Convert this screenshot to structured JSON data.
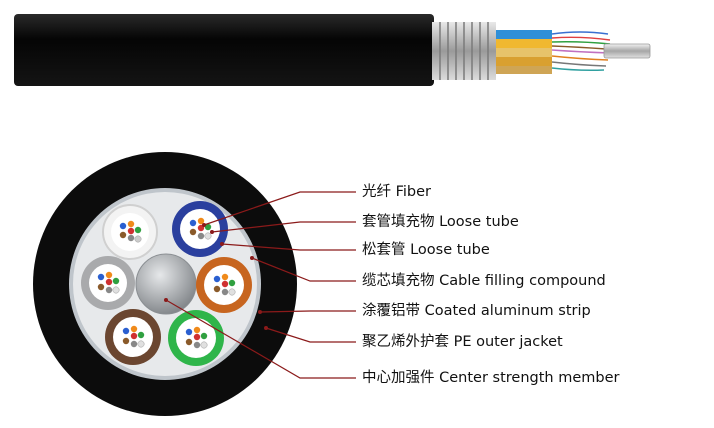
{
  "colors": {
    "leader_line": "#8b1a1a",
    "jacket": "#0c0c0c",
    "inner_ring": "#bfc5cb",
    "tube_white": "#eeeeee",
    "tube_blue": "#2a3f9e",
    "tube_gray": "#a9aaac",
    "tube_orange": "#c7651f",
    "tube_brown": "#6b4630",
    "tube_green": "#2fb54a",
    "center_member": "#b9bcc0"
  },
  "labels": [
    {
      "text": "光纤 Fiber"
    },
    {
      "text": "套管填充物 Loose tube"
    },
    {
      "text": "松套管 Loose tube"
    },
    {
      "text": "缆芯填充物 Cable filling compound"
    },
    {
      "text": "涂覆铝带 Coated aluminum strip"
    },
    {
      "text": "聚乙烯外护套 PE outer jacket"
    },
    {
      "text": "中心加强件 Center strength member"
    }
  ]
}
